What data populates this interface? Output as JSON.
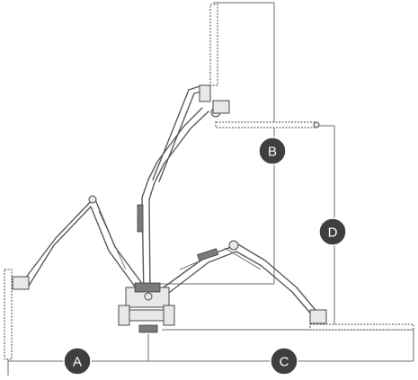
{
  "markers": {
    "a": "A",
    "b": "B",
    "c": "C",
    "d": "D"
  },
  "colors": {
    "line": "#6e6e6e",
    "machine": "#5a5a5a",
    "marker_fill": "#3f3f3f",
    "marker_text": "#ffffff"
  }
}
